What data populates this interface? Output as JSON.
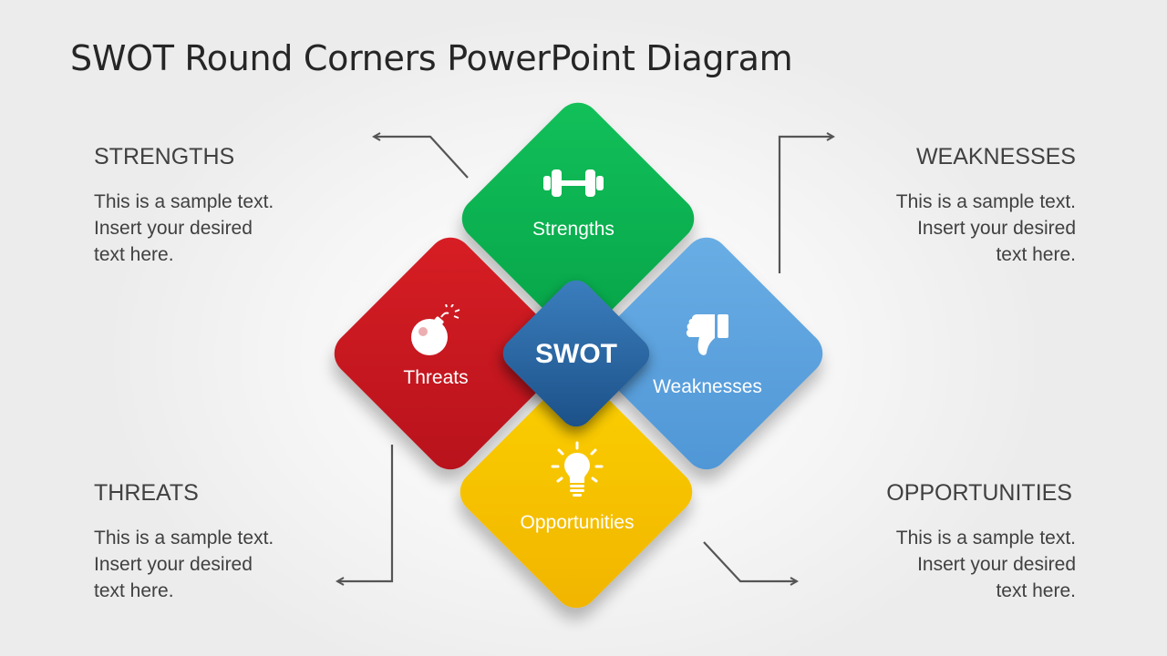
{
  "title": "SWOT Round Corners PowerPoint Diagram",
  "center_label": "SWOT",
  "quadrants": {
    "strengths": {
      "label": "Strengths",
      "color": "#0ab350",
      "icon": "dumbbell-icon"
    },
    "weaknesses": {
      "label": "Weaknesses",
      "color": "#5aa3de",
      "icon": "thumbs-down-icon"
    },
    "opportunities": {
      "label": "Opportunities",
      "color": "#f6c300",
      "icon": "lightbulb-icon"
    },
    "threats": {
      "label": "Threats",
      "color": "#c8161f",
      "icon": "bomb-icon"
    }
  },
  "blocks": {
    "strengths": {
      "heading": "STRENGTHS",
      "lines": [
        "This is a sample text.",
        "Insert your desired",
        "text here."
      ]
    },
    "weaknesses": {
      "heading": "WEAKNESSES",
      "lines": [
        "This is a sample text.",
        "Insert your desired",
        "text here."
      ]
    },
    "threats": {
      "heading": "THREATS",
      "lines": [
        "This is a sample text.",
        "Insert your desired",
        "text here."
      ]
    },
    "opportunities": {
      "heading": "OPPORTUNITIES",
      "lines": [
        "This is a sample text.",
        "Insert your desired",
        "text here."
      ]
    }
  },
  "center_color": "#2a6aa8",
  "connector_color": "#555555"
}
